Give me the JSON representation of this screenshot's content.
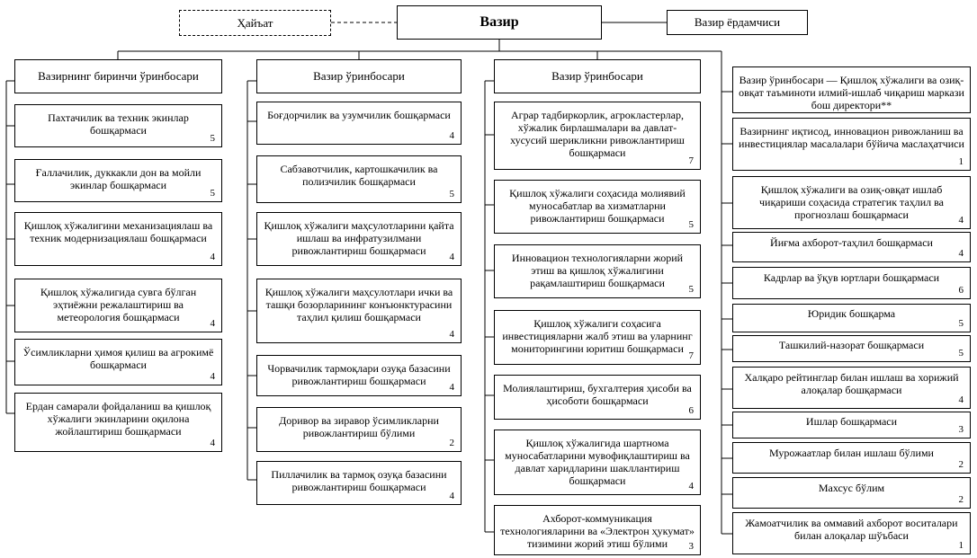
{
  "top": {
    "minister": "Вазир",
    "council": "Ҳайъат",
    "assistant": "Вазир ёрдамчиси"
  },
  "columns": [
    {
      "header": "Вазирнинг биринчи ўринбосари",
      "units": [
        {
          "name": "Пахтачилик ва техник экинлар бошқармаси",
          "count": "5"
        },
        {
          "name": "Ғаллачилик, дуккакли дон ва мойли экинлар бошқармаси",
          "count": "5"
        },
        {
          "name": "Қишлоқ хўжалигини механизациялаш ва техник модернизациялаш бошқармаси",
          "count": "4"
        },
        {
          "name": "Қишлоқ хўжалигида сувга бўлган эҳтиёжни режалаштириш ва метеорология бошқармаси",
          "count": "4"
        },
        {
          "name": "Ўсимликларни ҳимоя қилиш ва агрокимё бошқармаси",
          "count": "4"
        },
        {
          "name": "Ердан самарали фойдаланиш ва қишлоқ хўжалиги экинларини оқилона жойлаштириш бошқармаси",
          "count": "4"
        }
      ]
    },
    {
      "header": "Вазир ўринбосари",
      "units": [
        {
          "name": "Боғдорчилик ва узумчилик бошқармаси",
          "count": "4"
        },
        {
          "name": "Сабзавотчилик, картошкачилик ва полизчилик бошқармаси",
          "count": "5"
        },
        {
          "name": "Қишлоқ хўжалиги маҳсулотларини қайта ишлаш ва инфратузилмани ривожлантириш бошқармаси",
          "count": "4"
        },
        {
          "name": "Қишлоқ хўжалиги маҳсулотлари ички ва ташқи бозорларининг конъюнктурасини таҳлил қилиш бошқармаси",
          "count": "4"
        },
        {
          "name": "Чорвачилик тармоқлари озуқа базасини ривожлантириш бошқармаси",
          "count": "4"
        },
        {
          "name": "Доривор ва зиравор ўсимликларни ривожлантириш бўлими",
          "count": "2"
        },
        {
          "name": "Пиллачилик ва тармоқ озуқа базасини ривожлантириш бошқармаси",
          "count": "4"
        }
      ]
    },
    {
      "header": "Вазир ўринбосари",
      "units": [
        {
          "name": "Аграр тадбиркорлик, агрокластерлар, хўжалик бирлашмалари ва давлат-хусусий шерикликни ривожлантириш бошқармаси",
          "count": "7"
        },
        {
          "name": "Қишлоқ хўжалиги соҳасида молиявий муносабатлар ва хизматларни ривожлантириш бошқармаси",
          "count": "5"
        },
        {
          "name": "Инновацион технологияларни жорий этиш ва қишлоқ хўжалигини рақамлаштириш бошқармаси",
          "count": "5"
        },
        {
          "name": "Қишлоқ хўжалиги соҳасига инвестицияларни жалб этиш ва уларнинг мониторингини юритиш бошқармаси",
          "count": "7"
        },
        {
          "name": "Молиялаштириш, бухгалтерия ҳисоби ва ҳисоботи бошқармаси",
          "count": "6"
        },
        {
          "name": "Қишлоқ хўжалигида шартнома муносабатларини мувофиқлаштириш ва давлат харидларини шакллантириш бошқармаси",
          "count": "4"
        },
        {
          "name": "Ахборот-коммуникация технологияларини ва «Электрон ҳукумат» тизимини жорий этиш бўлими",
          "count": "3"
        }
      ]
    },
    {
      "header": "",
      "units": [
        {
          "name": "Вазир ўринбосари — Қишлоқ хўжалиги ва озиқ-овқат таъминоти илмий-ишлаб чиқариш маркази бош директори**",
          "count": ""
        },
        {
          "name": "Вазирнинг иқтисод, инновацион ривожланиш ва инвестициялар масалалари бўйича маслаҳатчиси",
          "count": "1"
        },
        {
          "name": "Қишлоқ хўжалиги ва озиқ-овқат ишлаб чиқариши соҳасида стратегик таҳлил ва прогнозлаш бошқармаси",
          "count": "4"
        },
        {
          "name": "Йиғма ахборот-таҳлил бошқармаси",
          "count": "4"
        },
        {
          "name": "Кадрлар ва ўқув юртлари бошқармаси",
          "count": "6"
        },
        {
          "name": "Юридик бошқарма",
          "count": "5"
        },
        {
          "name": "Ташкилий-назорат бошқармаси",
          "count": "5"
        },
        {
          "name": "Халқаро рейтинглар билан ишлаш ва хорижий алоқалар бошқармаси",
          "count": "4"
        },
        {
          "name": "Ишлар бошқармаси",
          "count": "3"
        },
        {
          "name": "Мурожаатлар билан ишлаш бўлими",
          "count": "2"
        },
        {
          "name": "Махсус бўлим",
          "count": "2"
        },
        {
          "name": "Жамоатчилик ва оммавий ахборот воситалари билан алоқалар шўъбаси",
          "count": "1"
        }
      ]
    }
  ]
}
